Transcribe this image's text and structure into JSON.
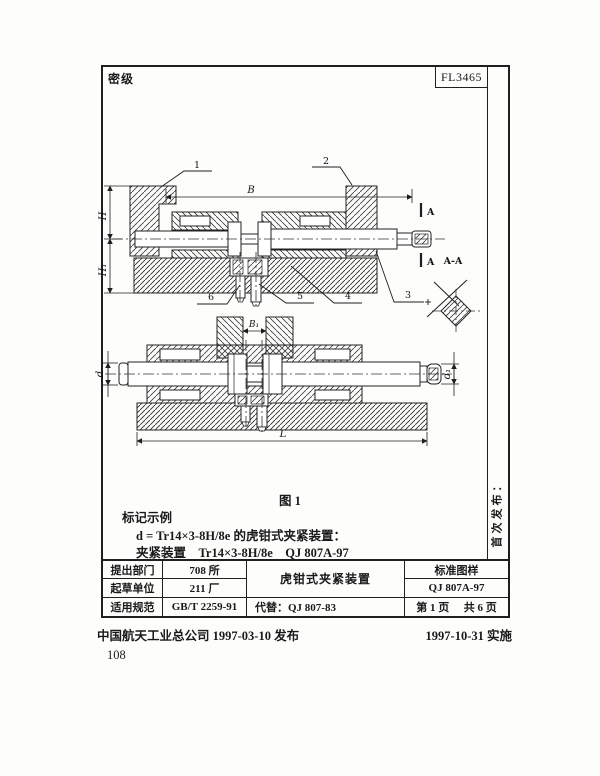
{
  "header": {
    "security": "密级",
    "code": "FL3465"
  },
  "drawing": {
    "caption": "图 1",
    "parts": [
      "1",
      "2",
      "3",
      "4",
      "5",
      "6"
    ],
    "dims": {
      "B": "B",
      "H": "H",
      "H1": "H₁",
      "B1": "B₁",
      "d": "d",
      "d1": "d₁",
      "L": "L"
    },
    "section": {
      "title": "A-A",
      "mark": "A"
    }
  },
  "marking": {
    "heading": "标记示例",
    "line1": "d = Tr14×3-8H/8e 的虎钳式夹紧装置：",
    "line2": "夹紧装置　Tr14×3-8H/8e　QJ 807A-97"
  },
  "side_note": "首次发布：",
  "info_table": {
    "row1_label": "提出部门",
    "row1_value": "708 所",
    "row2_label": "起草单位",
    "row2_value": "211 厂",
    "row3_label": "适用规范",
    "row3_value": "GB/T 2259-91",
    "product": "虎钳式夹紧装置",
    "replaces": "代替：QJ 807-83",
    "type": "标准图样",
    "number": "QJ 807A-97",
    "page": "第 1 页",
    "pages": "共 6 页"
  },
  "footer": {
    "issue": "中国航天工业总公司 1997-03-10 发布",
    "implement": "1997-10-31 实施",
    "page_number": "108"
  },
  "colors": {
    "ink": "#1f1f1f",
    "paper": "#fdfdfc"
  }
}
